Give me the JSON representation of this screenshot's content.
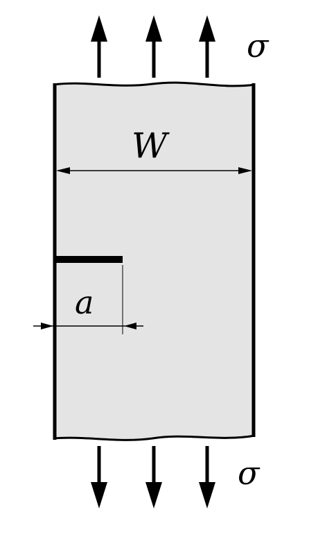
{
  "labels": {
    "stress_top": "σ",
    "stress_bottom": "σ",
    "width": "W",
    "crack_length": "a"
  },
  "colors": {
    "plate_fill": "#e4e4e4",
    "stroke": "#000000",
    "background": "#ffffff"
  }
}
